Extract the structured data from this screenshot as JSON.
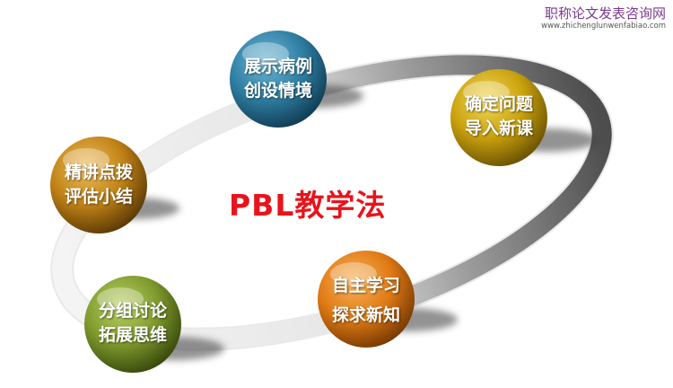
{
  "watermark": {
    "site_name": "职称论文发表咨询网",
    "site_url": "www.zhichenglunwenfabiao.com"
  },
  "diagram": {
    "center_title": "PBL教学法",
    "nodes": [
      {
        "line1": "展示病例",
        "line2": "创设情境",
        "color": "#2f7fa3"
      },
      {
        "line1": "确定问题",
        "line2": "导入新课",
        "color": "#c9a10d"
      },
      {
        "line1": "自主学习",
        "line2": "探求新知",
        "color": "#e07a14"
      },
      {
        "line1": "分组讨论",
        "line2": "拓展思维",
        "color": "#7e9a2c"
      },
      {
        "line1": "精讲点拨",
        "line2": "评估小结",
        "color": "#c08216"
      }
    ]
  },
  "colors": {
    "title_red": "#e8141c",
    "loop_gray": "#6f6f6f"
  }
}
